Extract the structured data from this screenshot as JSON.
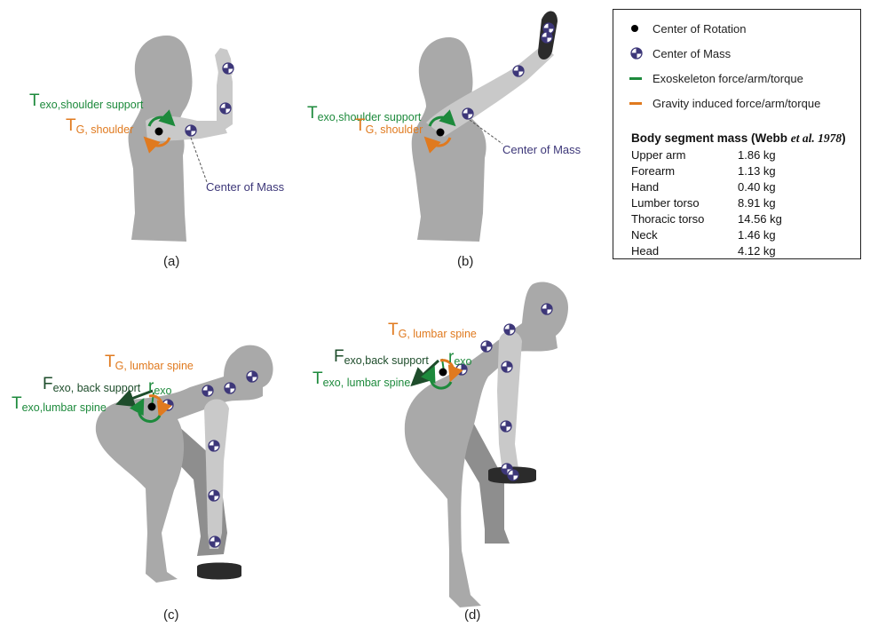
{
  "panels": {
    "a": {
      "caption": "(a)",
      "t_exo": {
        "main": "T",
        "sub": "exo,shoulder support"
      },
      "t_g": {
        "main": "T",
        "sub": "G, shoulder"
      },
      "com_label": "Center of Mass"
    },
    "b": {
      "caption": "(b)",
      "t_exo": {
        "main": "T",
        "sub": "exo,shoulder support"
      },
      "t_g": {
        "main": "T",
        "sub": "G, shoulder"
      },
      "com_label": "Center of Mass"
    },
    "c": {
      "caption": "(c)",
      "t_g": {
        "main": "T",
        "sub": "G, lumbar spine"
      },
      "f_exo": {
        "main": "F",
        "sub": "exo, back support"
      },
      "r_exo": {
        "main": "r",
        "sub": "exo"
      },
      "t_exo": {
        "main": "T",
        "sub": "exo,lumbar spine"
      }
    },
    "d": {
      "caption": "(d)",
      "t_g": {
        "main": "T",
        "sub": "G, lumbar spine"
      },
      "f_exo": {
        "main": "F",
        "sub": "exo,back support"
      },
      "r_exo": {
        "main": "r",
        "sub": "exo"
      },
      "t_exo": {
        "main": "T",
        "sub": "exo, lumbar spine"
      }
    }
  },
  "legend": {
    "items": [
      {
        "symbol": "black-dot-icon",
        "label": "Center of Rotation"
      },
      {
        "symbol": "center-of-mass-icon",
        "label": "Center of Mass"
      },
      {
        "symbol": "green-line-icon",
        "label": "Exoskeleton force/arm/torque"
      },
      {
        "symbol": "orange-line-icon",
        "label": "Gravity induced force/arm/torque"
      }
    ],
    "mass_title_prefix": "Body segment mass (Webb ",
    "mass_title_italic": "et al. 1978",
    "mass_title_suffix": ")",
    "rows": [
      {
        "segment": "Upper arm",
        "mass": "1.86 kg"
      },
      {
        "segment": "Forearm",
        "mass": "1.13 kg"
      },
      {
        "segment": "Hand",
        "mass": "0.40 kg"
      },
      {
        "segment": "Lumber torso",
        "mass": "8.91 kg"
      },
      {
        "segment": "Thoracic torso",
        "mass": "14.56 kg"
      },
      {
        "segment": "Neck",
        "mass": "1.46 kg"
      },
      {
        "segment": "Head",
        "mass": "4.12 kg"
      }
    ]
  },
  "colors": {
    "body": "#a9a9a9",
    "body_dark": "#8e8e8e",
    "arm": "#c9c9c9",
    "exo": "#1d8a3c",
    "gravity": "#e07a1f",
    "force_arrow": "#1e4d2b",
    "com": "#3d3779",
    "weight": "#2b2b2b"
  }
}
